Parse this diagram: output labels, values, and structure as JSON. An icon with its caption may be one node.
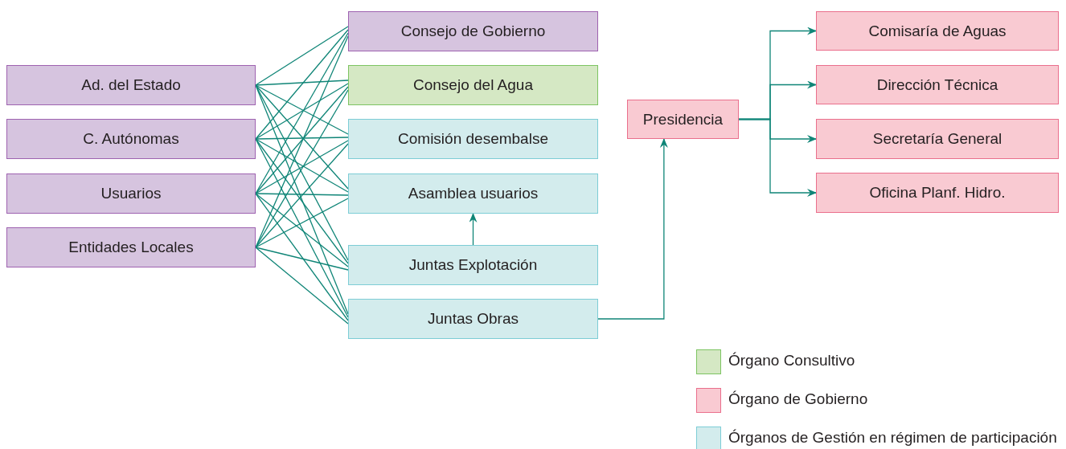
{
  "diagram": {
    "nodes": [
      {
        "text": [
          "Ad. del Estado"
        ]
      },
      {
        "text": [
          "C. Autónomas"
        ]
      },
      {
        "text": [
          "Usuarios"
        ]
      },
      {
        "text": [
          "Entidades Locales"
        ]
      },
      {
        "text": [
          "Consejo de Gobierno"
        ]
      },
      {
        "text": [
          "Consejo del Agua"
        ]
      },
      {
        "text": [
          "Comisión desembalse"
        ]
      },
      {
        "text": [
          "Asamblea usuarios"
        ]
      },
      {
        "text": [
          "Juntas Explotación"
        ]
      },
      {
        "text": [
          "Juntas Obras"
        ]
      },
      {
        "text": [
          "Presidencia"
        ]
      },
      {
        "text": [
          "Comisaría de Aguas"
        ]
      },
      {
        "text": [
          "Dirección Técnica"
        ]
      },
      {
        "text": [
          "Secretaría General"
        ]
      },
      {
        "text": [
          "Oficina Planf. Hidro."
        ]
      }
    ],
    "edges": [
      {
        "from": 0,
        "to": 4,
        "arrow": "none"
      },
      {
        "from": 0,
        "to": 5,
        "arrow": "none"
      },
      {
        "from": 0,
        "to": 6,
        "arrow": "none"
      },
      {
        "from": 0,
        "to": 7,
        "arrow": "none"
      },
      {
        "from": 0,
        "to": 8,
        "arrow": "none"
      },
      {
        "from": 0,
        "to": 9,
        "arrow": "none"
      },
      {
        "from": 1,
        "to": 4,
        "arrow": "none"
      },
      {
        "from": 1,
        "to": 5,
        "arrow": "none"
      },
      {
        "from": 1,
        "to": 6,
        "arrow": "none"
      },
      {
        "from": 1,
        "to": 7,
        "arrow": "none"
      },
      {
        "from": 1,
        "to": 8,
        "arrow": "none"
      },
      {
        "from": 1,
        "to": 9,
        "arrow": "none"
      },
      {
        "from": 2,
        "to": 4,
        "arrow": "none"
      },
      {
        "from": 2,
        "to": 5,
        "arrow": "none"
      },
      {
        "from": 2,
        "to": 6,
        "arrow": "none"
      },
      {
        "from": 2,
        "to": 7,
        "arrow": "none"
      },
      {
        "from": 2,
        "to": 8,
        "arrow": "none"
      },
      {
        "from": 2,
        "to": 9,
        "arrow": "none"
      },
      {
        "from": 3,
        "to": 4,
        "arrow": "none"
      },
      {
        "from": 3,
        "to": 5,
        "arrow": "none"
      },
      {
        "from": 3,
        "to": 6,
        "arrow": "none"
      },
      {
        "from": 3,
        "to": 7,
        "arrow": "none"
      },
      {
        "from": 3,
        "to": 8,
        "arrow": "none"
      },
      {
        "from": 3,
        "to": 9,
        "arrow": "none"
      },
      {
        "from": 8,
        "to": 7,
        "arrow": "to"
      },
      {
        "from": 9,
        "to": 10,
        "arrow": "to"
      },
      {
        "from": 10,
        "to": 11,
        "arrow": "to"
      },
      {
        "from": 10,
        "to": 12,
        "arrow": "to"
      },
      {
        "from": 10,
        "to": 13,
        "arrow": "to"
      },
      {
        "from": 10,
        "to": 14,
        "arrow": "to"
      }
    ],
    "legend": [
      {
        "text": "Órgano Consultivo",
        "color": "#d5e8c4"
      },
      {
        "text": "Órgano de Gobierno",
        "color": "#f9cad2"
      },
      {
        "text": "Órganos de Gestión en régimen de participación",
        "color": "#d3eced"
      }
    ]
  }
}
